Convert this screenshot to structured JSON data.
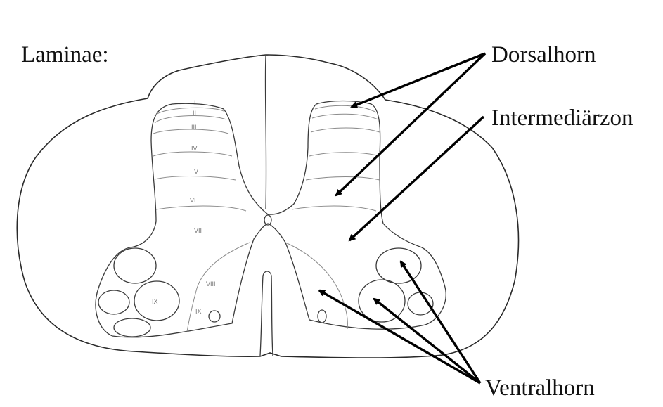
{
  "labels": {
    "laminae": "Laminae:",
    "dorsalhorn": "Dorsalhorn",
    "intermediarzon": "Intermediärzon",
    "ventralhorn": "Ventralhorn"
  },
  "laminae": {
    "I": "I",
    "II": "II",
    "III": "III",
    "IV": "IV",
    "V": "V",
    "VI": "VI",
    "VII": "VII",
    "VIII": "VIII",
    "IX_large": "IX",
    "IX_small": "IX"
  }
}
